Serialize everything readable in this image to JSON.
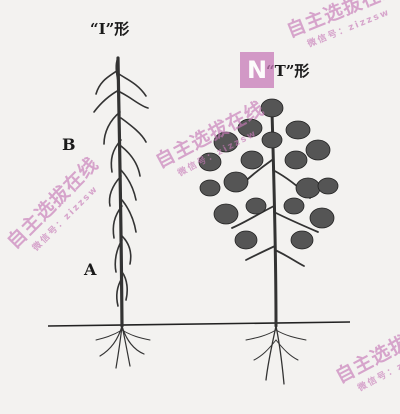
{
  "labels": {
    "left_title": "“I”形",
    "right_title": "“T”形",
    "point_b": "B",
    "point_a": "A"
  },
  "watermark": {
    "brand": "自主选拔在线",
    "wechat": "微信号：zizzsw",
    "logo_letter": "N",
    "color": "#c77bb8"
  }
}
